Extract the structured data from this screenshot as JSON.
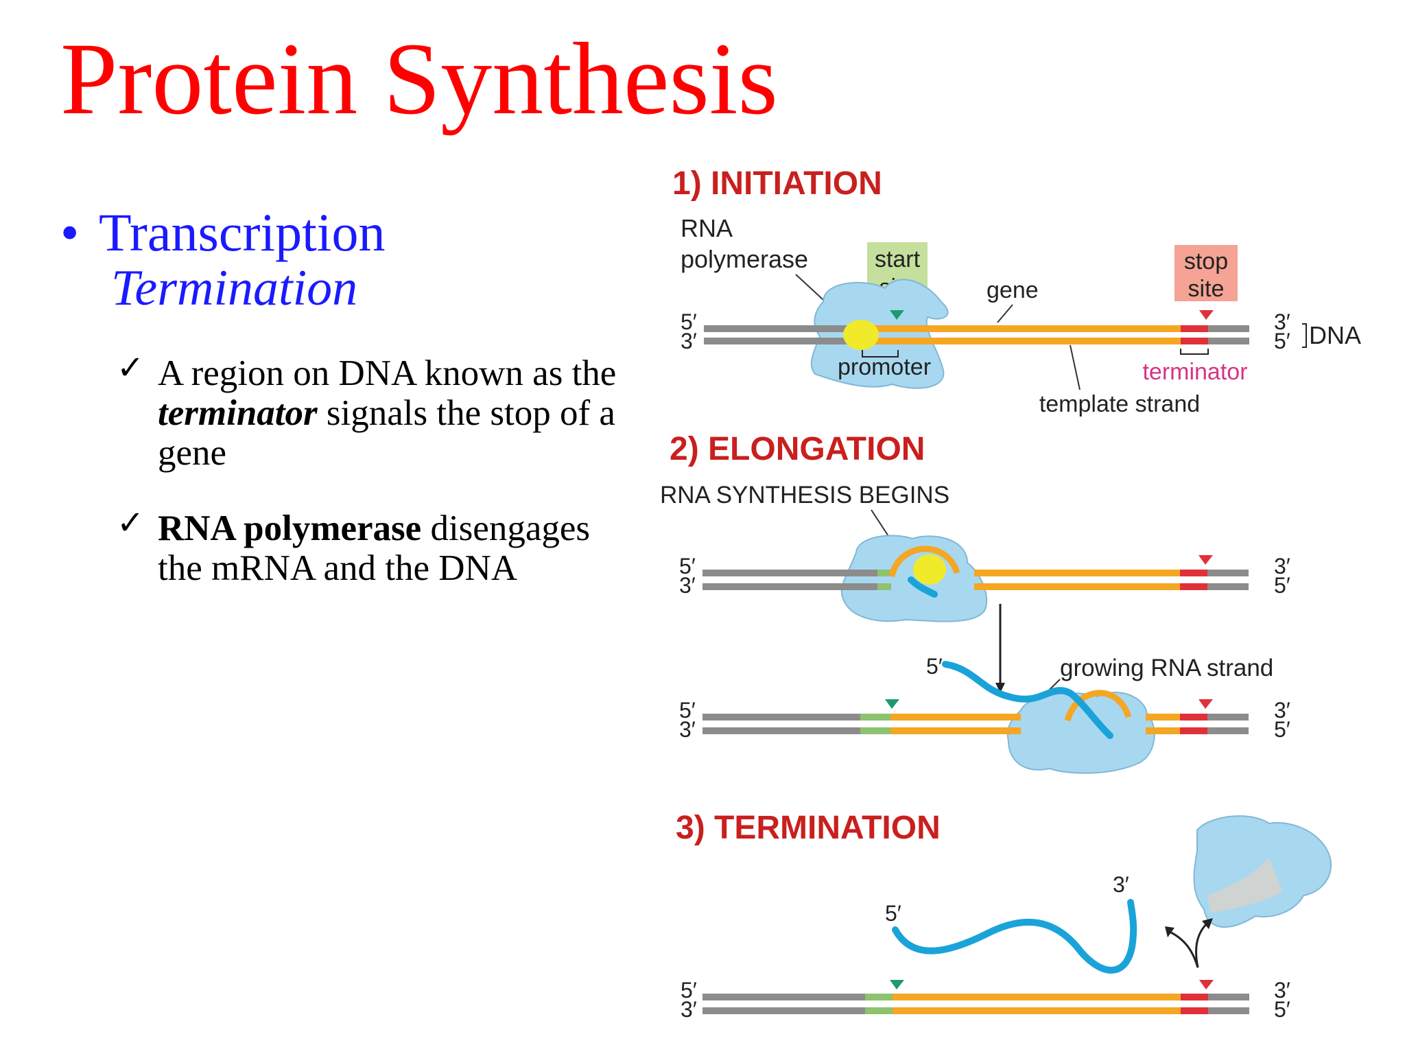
{
  "slide": {
    "title": "Protein Synthesis",
    "bullet": "•",
    "heading": "Transcription",
    "subheading": "Termination",
    "check_mark": "✓",
    "point1": {
      "pre": "A region on DNA known as the ",
      "bold_italic": "terminator",
      "post": " signals the stop of a gene"
    },
    "point2": {
      "bold": "RNA polymerase",
      "post": " disengages the mRNA and the DNA"
    }
  },
  "diagram": {
    "stage1": {
      "title": "1) INITIATION",
      "rna_polymerase_line1": "RNA",
      "rna_polymerase_line2": "polymerase",
      "start_line1": "start",
      "start_line2": "site",
      "gene": "gene",
      "stop_line1": "stop",
      "stop_line2": "site",
      "promoter": "promoter",
      "terminator": "terminator",
      "template_strand": "template strand",
      "dna": "DNA",
      "five_prime": "5′",
      "three_prime": "3′"
    },
    "stage2": {
      "title": "2) ELONGATION",
      "subtitle": "RNA SYNTHESIS BEGINS",
      "growing": "growing RNA strand",
      "five_prime": "5′",
      "three_prime": "3′"
    },
    "stage3": {
      "title": "3) TERMINATION",
      "five_prime": "5′",
      "three_prime": "3′"
    },
    "colors": {
      "title_red": "#c8201e",
      "dna_gray": "#8c8c8c",
      "gene_orange": "#f5a623",
      "promoter_green": "#8dc26f",
      "stop_red": "#e0303a",
      "start_marker": "#1e9a6c",
      "polymerase_blue": "#a8d8f0",
      "rna_blue": "#1aa3d9",
      "terminator_pink": "#d63384"
    }
  }
}
